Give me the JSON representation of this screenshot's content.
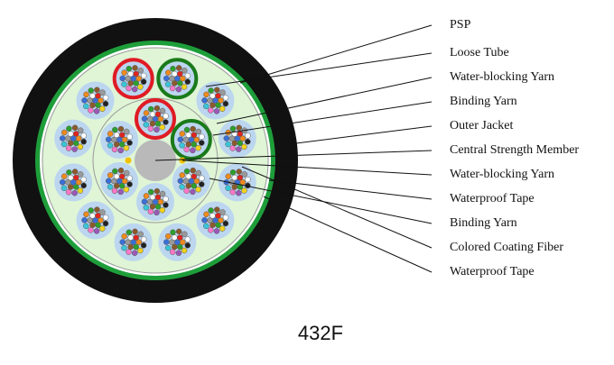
{
  "labels": [
    "PSP",
    "Loose Tube",
    "Water-blocking Yarn",
    "Binding Yarn",
    "Outer Jacket",
    "Central Strength Member",
    "Water-blocking Yarn",
    "Waterproof Tape",
    "Binding Yarn",
    "Colored Coating Fiber",
    "Waterproof Tape"
  ],
  "model": "432F",
  "colors": {
    "jacket": "#111111",
    "psp": "#1e9e3a",
    "inner_fill": "#dff5d6",
    "tube": "#bcd6f0",
    "highlight_red": "#e01b24",
    "highlight_green": "#1a7a1a",
    "strength_member": "#b9b9b9",
    "yarn": "#f2c200"
  },
  "fiber_colors": [
    "#3a6fd8",
    "#f08a1c",
    "#2ca02c",
    "#8b5a2b",
    "#9a9a9a",
    "#ffffff",
    "#e0241f",
    "#222222",
    "#f2d21b",
    "#9b59b6",
    "#ff77c8",
    "#38c6d9"
  ]
}
